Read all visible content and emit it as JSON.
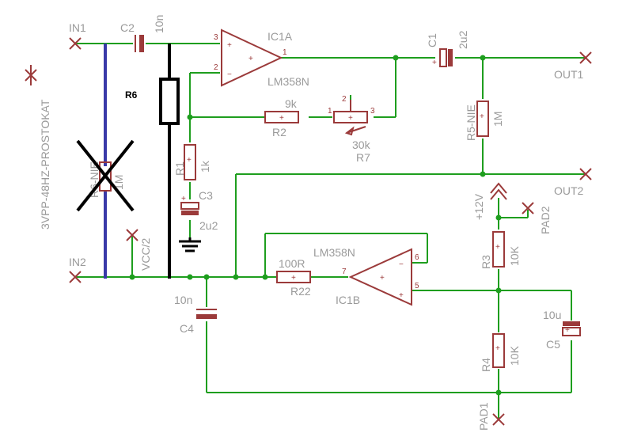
{
  "title": "3VPP-48HZ-PROSTOKAT",
  "nets": {
    "in1": "IN1",
    "in2": "IN2",
    "out1": "OUT1",
    "out2": "OUT2",
    "vcc2": "VCC/2",
    "plus12v": "+12V",
    "pad1": "PAD1",
    "pad2": "PAD2"
  },
  "components": {
    "c2": {
      "name": "C2",
      "value": "10n"
    },
    "c1": {
      "name": "C1",
      "value": "2u2"
    },
    "c3": {
      "name": "C3",
      "value": "2u2"
    },
    "c4": {
      "name": "C4",
      "value": "10n"
    },
    "c5": {
      "name": "C5",
      "value": "10u"
    },
    "r1": {
      "name": "R1",
      "value": "1k"
    },
    "r2": {
      "name": "R2",
      "value": "9k"
    },
    "r3": {
      "name": "R3",
      "value": "10K"
    },
    "r4": {
      "name": "R4",
      "value": "10K"
    },
    "r5": {
      "name": "R5-NIE",
      "value": "1M"
    },
    "r6": {
      "name": "R6",
      "crossed_label": "R6-NIE",
      "crossed_value": "1M"
    },
    "r7": {
      "name": "R7",
      "value": "30k"
    },
    "r22": {
      "name": "R22",
      "value": "100R"
    },
    "ic1a": {
      "name": "IC1A",
      "part": "LM358N"
    },
    "ic1b": {
      "name": "IC1B",
      "part": "LM358N"
    }
  },
  "pins": {
    "ic1a_in_plus": "3",
    "ic1a_in_minus": "2",
    "ic1a_out": "1",
    "ic1b_in_minus": "6",
    "ic1b_in_plus": "5",
    "ic1b_out": "7",
    "r7_p1": "1",
    "r7_p2": "2",
    "r7_p3": "3"
  },
  "colors": {
    "wire": "#1e9e1e",
    "component": "#9b3a3a",
    "label": "#9a9a9a",
    "override_wire": "#3a3aa8",
    "override_part": "#000000"
  }
}
